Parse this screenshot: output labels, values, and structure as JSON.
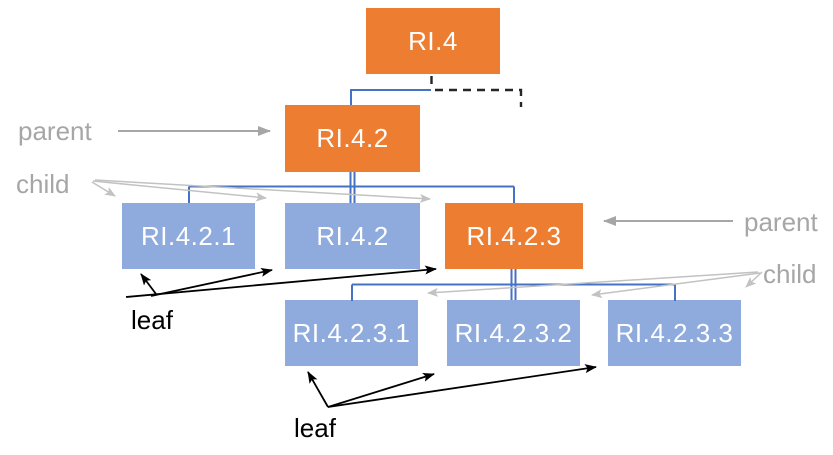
{
  "diagram": {
    "type": "tree-hierarchy",
    "nodes": {
      "root": {
        "label": "RI.4",
        "variant": "parent"
      },
      "l2": {
        "label": "RI.4.2",
        "variant": "parent"
      },
      "l3_1": {
        "label": "RI.4.2.1",
        "variant": "child"
      },
      "l3_2": {
        "label": "RI.4.2",
        "variant": "child"
      },
      "l3_3": {
        "label": "RI.4.2.3",
        "variant": "parent"
      },
      "l4_1": {
        "label": "RI.4.2.3.1",
        "variant": "child"
      },
      "l4_2": {
        "label": "RI.4.2.3.2",
        "variant": "child"
      },
      "l4_3": {
        "label": "RI.4.2.3.3",
        "variant": "child"
      }
    },
    "annotations": {
      "parent_left": "parent",
      "child_left": "child",
      "parent_right": "parent",
      "child_right": "child",
      "leaf_left": "leaf",
      "leaf_bottom": "leaf"
    },
    "colors": {
      "parent_node": "#ED7D31",
      "child_node": "#8FAADC",
      "connector": "#4472C4",
      "annotation_gray": "#A6A6A6",
      "child_arrow_gray": "#C2C2C2",
      "leaf_arrow": "#000000"
    }
  }
}
